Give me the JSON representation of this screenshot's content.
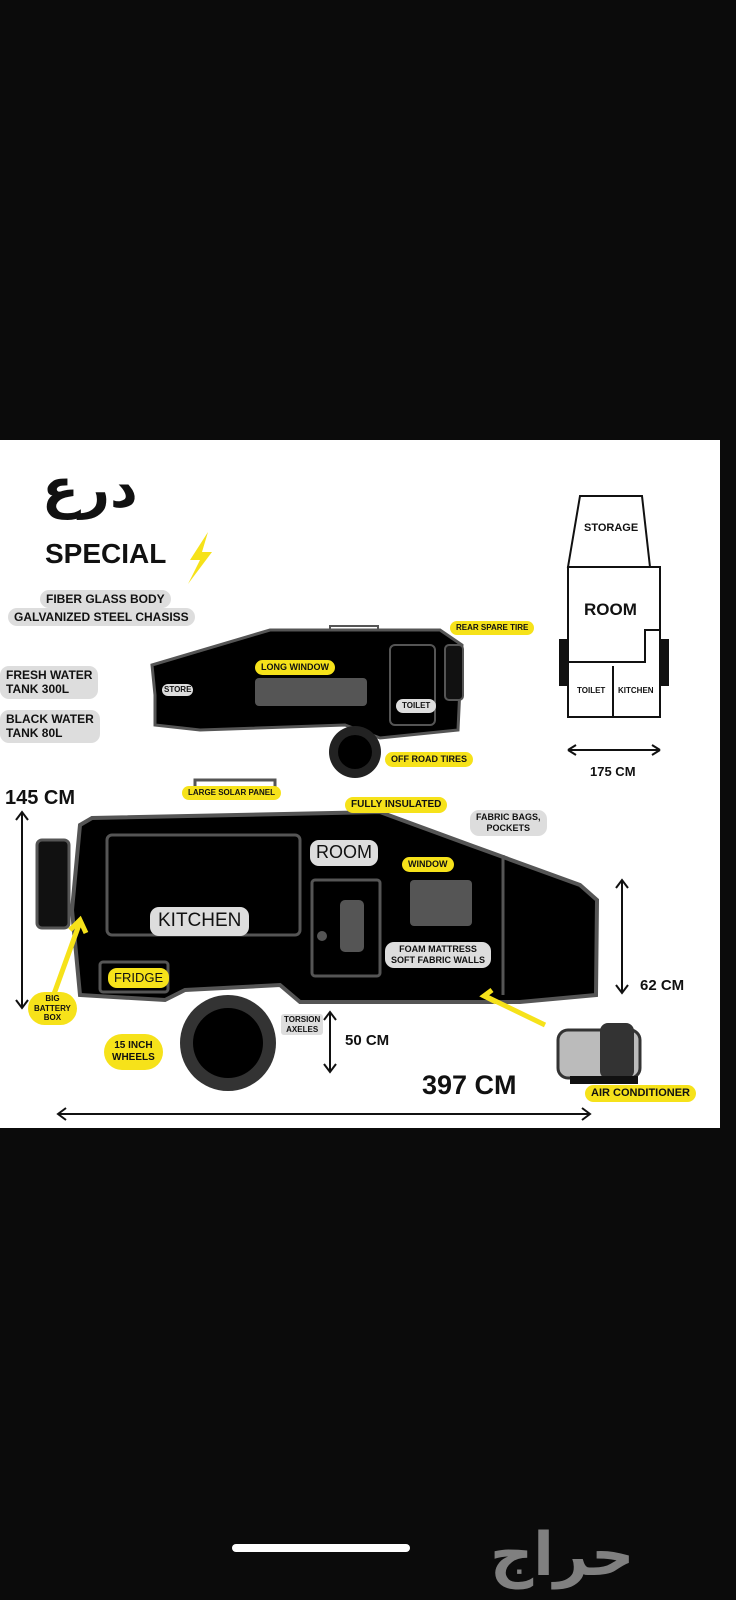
{
  "brand": {
    "arabic_title": "درع",
    "model": "SPECIAL",
    "accent": "#f6e21a"
  },
  "features": {
    "body": "FIBER GLASS BODY",
    "chassis": "GALVANIZED STEEL CHASISS",
    "fresh_water": [
      "FRESH WATER",
      "TANK 300L"
    ],
    "black_water": [
      "BLACK WATER",
      "TANK 80L"
    ]
  },
  "small_trailer": {
    "long_window": "LONG WINDOW",
    "store": "STORE",
    "toilet": "TOILET",
    "rear_spare_tire": "REAR SPARE TIRE",
    "off_road_tires": "OFF ROAD TIRES"
  },
  "top_view": {
    "storage": "STORAGE",
    "room": "ROOM",
    "toilet": "TOILET",
    "kitchen": "KITCHEN",
    "width": "175 CM"
  },
  "big_trailer": {
    "height": "145 CM",
    "solar": "LARGE SOLAR PANEL",
    "insulated": "FULLY INSULATED",
    "fabric_bags": [
      "FABRIC BAGS,",
      "POCKETS"
    ],
    "room": "ROOM",
    "window": "WINDOW",
    "kitchen": "KITCHEN",
    "fridge": "FRIDGE",
    "foam": [
      "FOAM MATTRESS",
      "SOFT FABRIC WALLS"
    ],
    "front_height": "62 CM",
    "battery": [
      "BIG",
      "BATTERY",
      "BOX"
    ],
    "wheels": [
      "15 INCH",
      "WHEELS"
    ],
    "axles": [
      "TORSION",
      "AXELES"
    ],
    "clearance": "50 CM",
    "length": "397 CM",
    "ac": "AIR CONDITIONER"
  },
  "watermark": "حراج"
}
